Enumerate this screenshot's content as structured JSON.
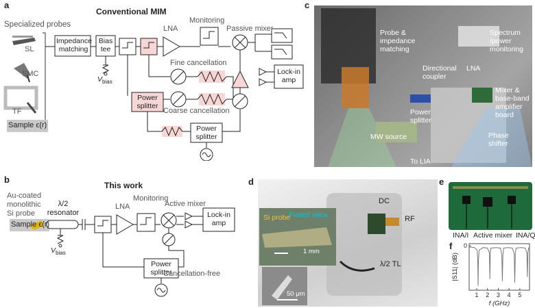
{
  "panels": {
    "a": "a",
    "b": "b",
    "c": "c",
    "d": "d",
    "e": "e",
    "f": "f"
  },
  "panel_a": {
    "title": "Conventional MIM",
    "specialized_probes": "Specialized probes",
    "probe_sl": "SL",
    "probe_smc": "SMC",
    "probe_tf": "TF",
    "sample": "Sample ϵ(r)",
    "impedance_line1": "Impedance",
    "impedance_line2": "matching",
    "bias_line1": "Bias",
    "bias_line2": "tee",
    "vbias": "V",
    "vbias_sub": "bias",
    "lna": "LNA",
    "monitoring": "Monitoring",
    "passive_mixer": "Passive mixer",
    "fine_cancellation": "Fine cancellation",
    "coarse_cancellation": "Coarse cancellation",
    "power_splitter_1": "Power",
    "power_splitter_2": "splitter",
    "lockin_1": "Lock-in",
    "lockin_2": "amp"
  },
  "panel_b": {
    "title": "This work",
    "probe_desc_1": "Au-coated",
    "probe_desc_2": "monolithic",
    "probe_desc_3": "Si probe",
    "resonator_1": "λ/2",
    "resonator_2": "resonator",
    "sample": "Sample ϵ(r)",
    "vbias": "V",
    "vbias_sub": "bias",
    "lna": "LNA",
    "monitoring": "Monitoring",
    "active_mixer": "Active mixer",
    "lockin_1": "Lock-in",
    "lockin_2": "amp",
    "power_splitter_1": "Power",
    "power_splitter_2": "splitter",
    "cancellation_free": "Cancellation-free"
  },
  "panel_c": {
    "probe_impedance_1": "Probe &",
    "probe_impedance_2": "impedance",
    "probe_impedance_3": "matching",
    "spectrum_1": "Spectrum",
    "spectrum_2": "/power",
    "spectrum_3": "monitoring",
    "directional_1": "Directional",
    "directional_2": "coupler",
    "lna": "LNA",
    "mixer_1": "Mixer &",
    "mixer_2": "base-band",
    "mixer_3": "amplifier",
    "mixer_4": "board",
    "power_splitter_1": "Power",
    "power_splitter_2": "splitter",
    "mw_source": "MW source",
    "phase_1": "Phase",
    "phase_2": "shifter",
    "to_lia": "To LIA"
  },
  "panel_d": {
    "si_probe": "Si probe",
    "fused_silica": "Fused silica",
    "scale_mm": "1 mm",
    "scale_um": "50 μm",
    "dc": "DC",
    "rf": "RF",
    "tl": "λ/2 TL"
  },
  "panel_e": {
    "ina_i": "INA/I",
    "active_mixer": "Active mixer",
    "ina_q": "INA/Q"
  },
  "chart_data": {
    "type": "line",
    "xlabel": "f (GHz)",
    "ylabel": "|S11| (dB)",
    "xlim": [
      0.3,
      5.9
    ],
    "ylim": [
      -40,
      2
    ],
    "xticks": [
      1,
      2,
      3,
      4,
      5
    ],
    "yticks": [
      0
    ],
    "series": [
      {
        "x": [
          0.3,
          0.8,
          1.05,
          1.1,
          1.13,
          1.16,
          1.22,
          1.6,
          2.0,
          2.18,
          2.22,
          2.26,
          2.32,
          2.8,
          3.2,
          3.33,
          3.38,
          3.43,
          3.5,
          3.9,
          4.3,
          4.48,
          4.53,
          4.58,
          4.65,
          5.1,
          5.5,
          5.65,
          5.7,
          5.75,
          5.82,
          5.9
        ],
        "y": [
          -1,
          -1.5,
          -4,
          -14,
          -36,
          -14,
          -4,
          -1.5,
          -2,
          -6,
          -30,
          -6,
          -2,
          -1.5,
          -2,
          -8,
          -32,
          -8,
          -2,
          -1.5,
          -2,
          -7,
          -33,
          -7,
          -2,
          -1.5,
          -2,
          -6,
          -28,
          -6,
          -2,
          -1.5
        ]
      }
    ]
  }
}
